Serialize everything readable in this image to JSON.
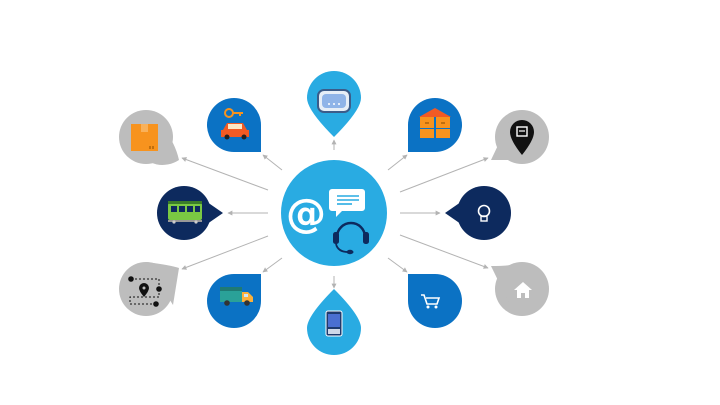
{
  "colors": {
    "hub": "#29abe2",
    "blue": "#0b72c4",
    "light_blue": "#29abe2",
    "navy": "#0d2a5e",
    "gray": "#bdbdbd",
    "connector": "#b3b3b3",
    "icon_white": "#ffffff"
  },
  "hub": {
    "icons": [
      "at-sign-icon",
      "chat-bubble-icon",
      "headset-icon"
    ]
  },
  "nodes": [
    {
      "name": "node-package",
      "icon": "package-box-icon",
      "color": "gray"
    },
    {
      "name": "node-car-key",
      "icon": "car-key-icon",
      "color": "blue"
    },
    {
      "name": "node-router",
      "icon": "router-icon",
      "color": "light_blue"
    },
    {
      "name": "node-warehouse",
      "icon": "warehouse-boxes-icon",
      "color": "blue"
    },
    {
      "name": "node-location-pin",
      "icon": "location-pin-icon",
      "color": "gray"
    },
    {
      "name": "node-train",
      "icon": "train-icon",
      "color": "navy"
    },
    {
      "name": "node-lightbulb",
      "icon": "lightbulb-icon",
      "color": "navy"
    },
    {
      "name": "node-route-map",
      "icon": "route-map-icon",
      "color": "gray"
    },
    {
      "name": "node-delivery-truck",
      "icon": "delivery-truck-icon",
      "color": "blue"
    },
    {
      "name": "node-mobile-device",
      "icon": "mobile-device-icon",
      "color": "light_blue"
    },
    {
      "name": "node-shopping-cart",
      "icon": "shopping-cart-icon",
      "color": "blue"
    },
    {
      "name": "node-home",
      "icon": "home-icon",
      "color": "gray"
    }
  ]
}
